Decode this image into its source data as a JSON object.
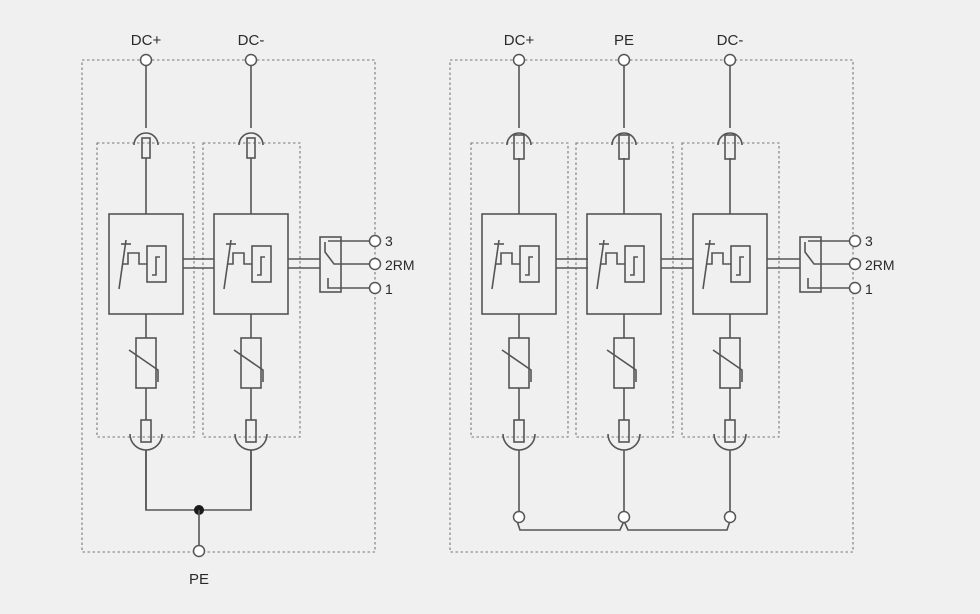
{
  "diagrams": [
    {
      "name": "two-pole-dc-spd",
      "top_terminals": [
        "DC+",
        "DC-"
      ],
      "bottom_terminal": "PE",
      "fuse_style": "open",
      "remote_contacts": [
        "3",
        "2RM",
        "1"
      ]
    },
    {
      "name": "three-pole-dc-spd",
      "top_terminals": [
        "DC+",
        "PE",
        "DC-"
      ],
      "fuse_style": "filled",
      "remote_contacts": [
        "3",
        "2RM",
        "1"
      ]
    }
  ],
  "colors": {
    "background": "#f0f0f0",
    "line": "#555555",
    "dash": "#777777",
    "text": "#2a2a2a"
  }
}
